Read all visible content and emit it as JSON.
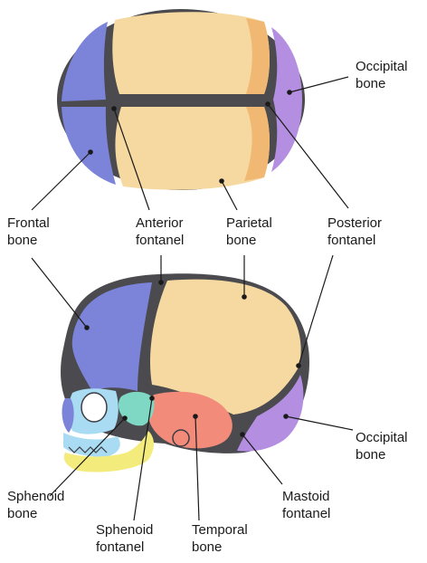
{
  "colors": {
    "frontal": "#7b84d8",
    "parietal": "#f6d9a0",
    "parietal_shade": "#f0b872",
    "occipital": "#b48ee0",
    "sphenoid": "#7fd8c4",
    "temporal": "#f28b7a",
    "face_blue": "#a9dcf2",
    "jaw": "#f3ec7c",
    "suture": "#4a4a4f",
    "outline": "#3c3c44"
  },
  "icons": [
    "skull-top-view",
    "skull-side-view"
  ],
  "labels": {
    "occipital_top": [
      "Occipital",
      "bone"
    ],
    "frontal": [
      "Frontal",
      "bone"
    ],
    "anterior": [
      "Anterior",
      "fontanel"
    ],
    "parietal": [
      "Parietal",
      "bone"
    ],
    "posterior": [
      "Posterior",
      "fontanel"
    ],
    "occipital_side": [
      "Occipital",
      "bone"
    ],
    "mastoid": [
      "Mastoid",
      "fontanel"
    ],
    "sphenoid_bone": [
      "Sphenoid",
      "bone"
    ],
    "sphenoid_fontanel": [
      "Sphenoid",
      "fontanel"
    ],
    "temporal": [
      "Temporal",
      "bone"
    ]
  }
}
